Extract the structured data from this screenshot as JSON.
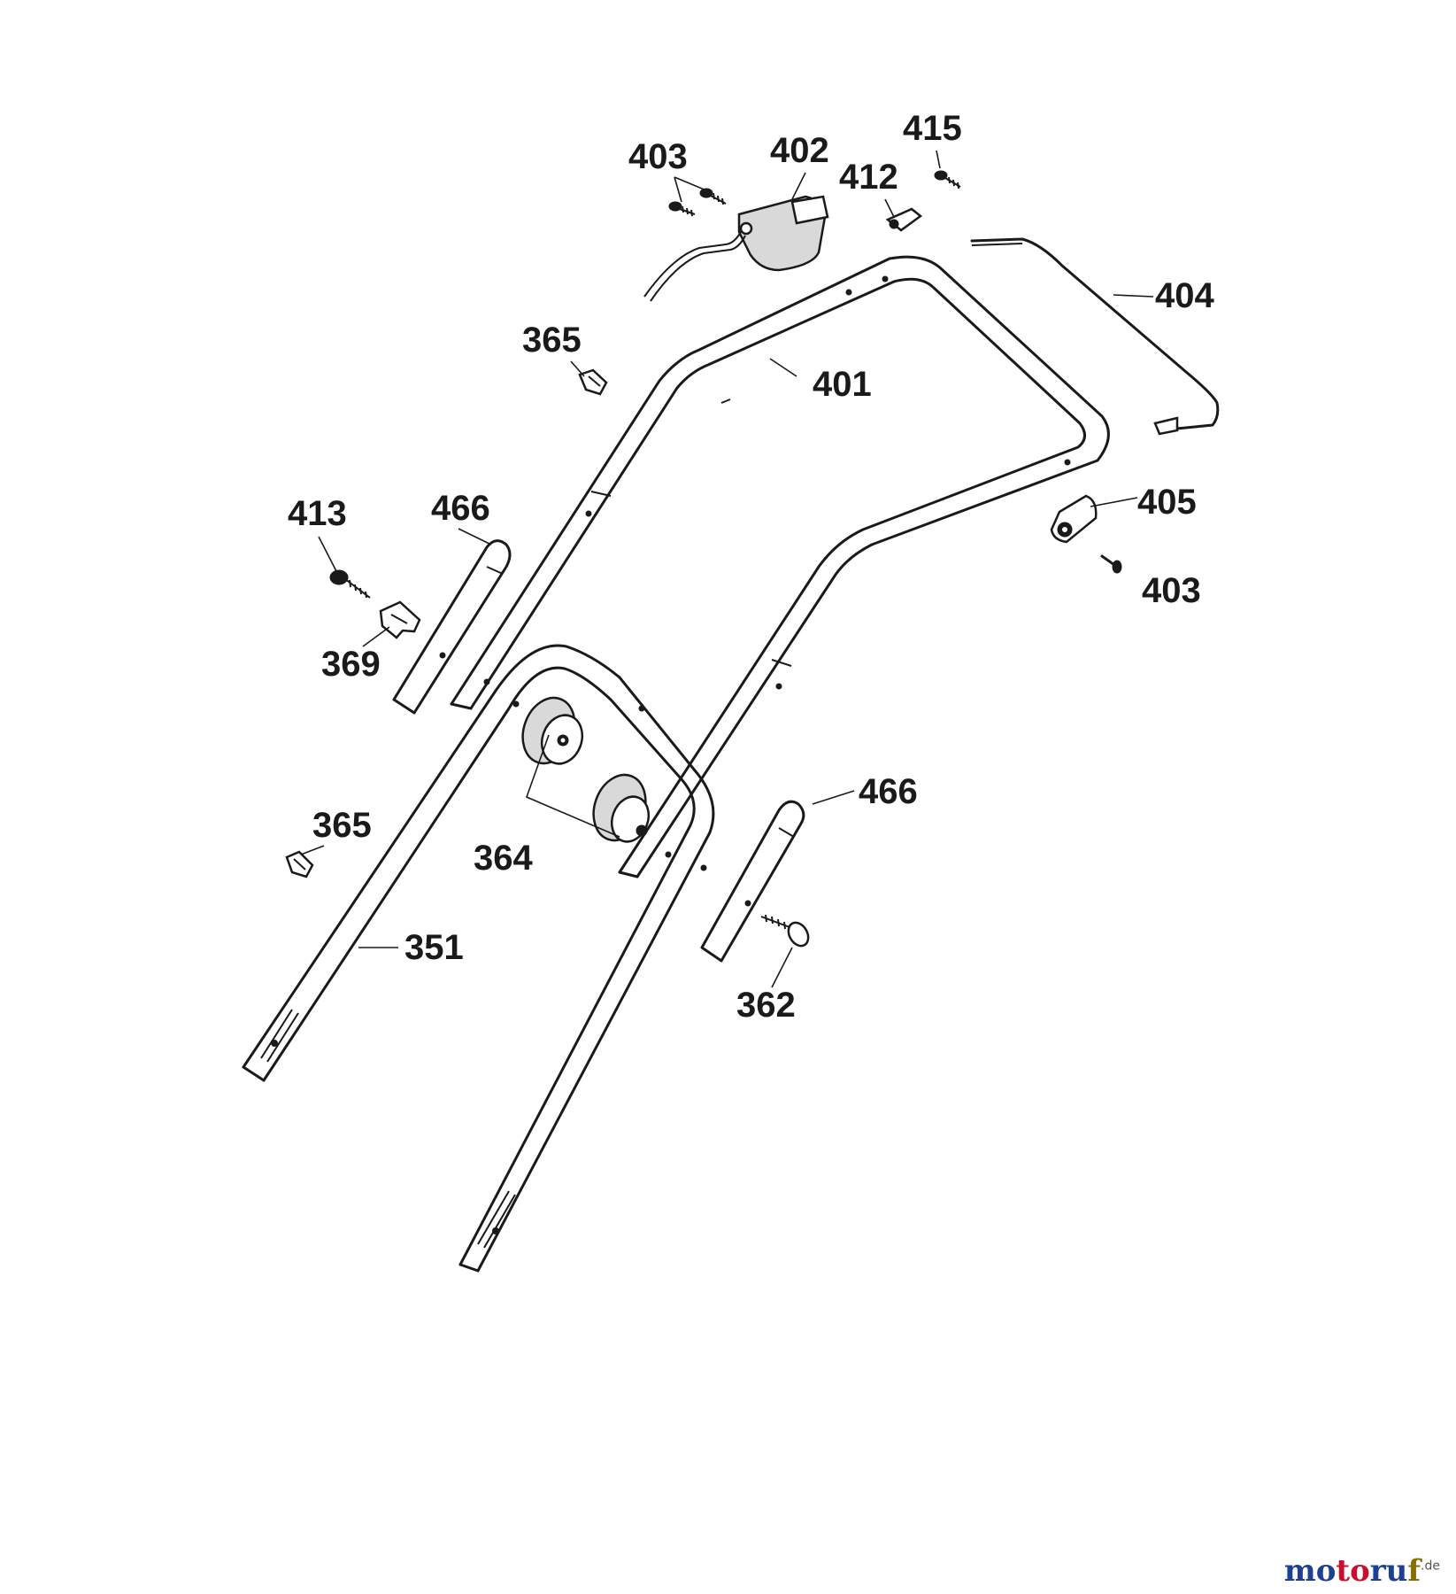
{
  "diagram": {
    "labels": {
      "p403a": "403",
      "p402": "402",
      "p415": "415",
      "p412": "412",
      "p404": "404",
      "p365a": "365",
      "p401": "401",
      "p405": "405",
      "p403b": "403",
      "p413": "413",
      "p466a": "466",
      "p369": "369",
      "p365b": "365",
      "p364": "364",
      "p466b": "466",
      "p351": "351",
      "p362": "362"
    }
  },
  "watermark": {
    "part1": "mo",
    "part2": "to",
    "part3": "ru",
    "part4": "f",
    "suffix": ".de"
  }
}
